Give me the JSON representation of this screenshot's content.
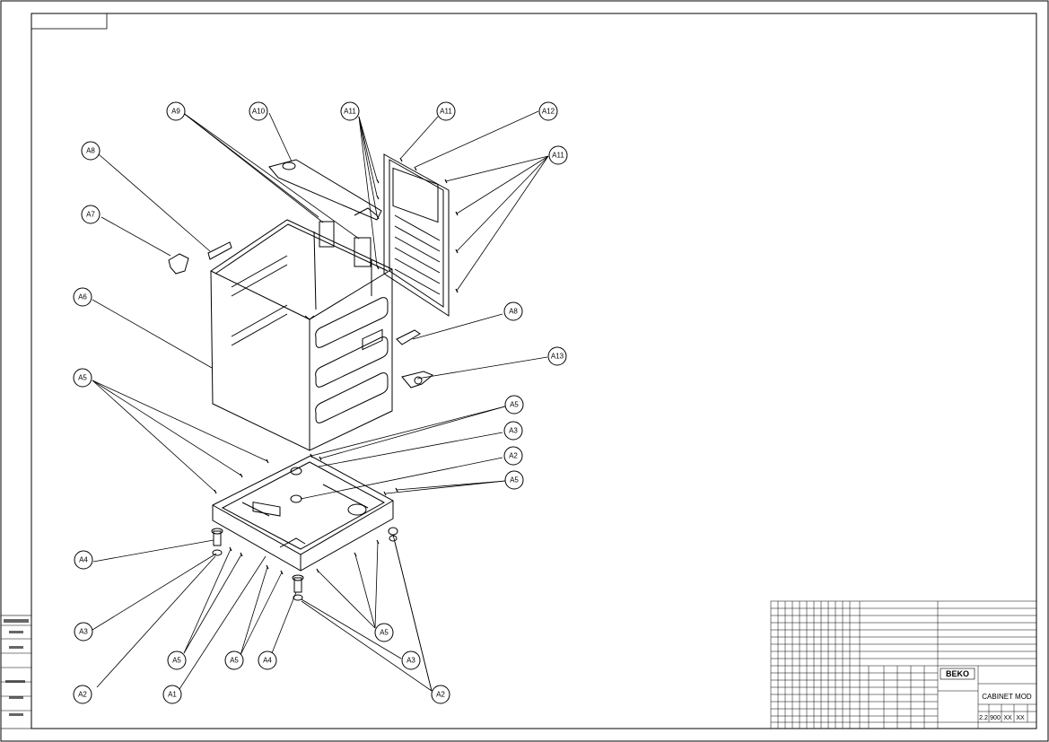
{
  "callouts": [
    {
      "id": "A9",
      "label": "A9"
    },
    {
      "id": "A10",
      "label": "A10"
    },
    {
      "id": "A11a",
      "label": "A11"
    },
    {
      "id": "A11b",
      "label": "A11"
    },
    {
      "id": "A12",
      "label": "A12"
    },
    {
      "id": "A11c",
      "label": "A11"
    },
    {
      "id": "A8a",
      "label": "A8"
    },
    {
      "id": "A7",
      "label": "A7"
    },
    {
      "id": "A6",
      "label": "A6"
    },
    {
      "id": "A8b",
      "label": "A8"
    },
    {
      "id": "A13",
      "label": "A13"
    },
    {
      "id": "A5a",
      "label": "A5"
    },
    {
      "id": "A5b",
      "label": "A5"
    },
    {
      "id": "A3a",
      "label": "A3"
    },
    {
      "id": "A2a",
      "label": "A2"
    },
    {
      "id": "A5c",
      "label": "A5"
    },
    {
      "id": "A4a",
      "label": "A4"
    },
    {
      "id": "A3b",
      "label": "A3"
    },
    {
      "id": "A5d",
      "label": "A5"
    },
    {
      "id": "A5e",
      "label": "A5"
    },
    {
      "id": "A4b",
      "label": "A4"
    },
    {
      "id": "A5f",
      "label": "A5"
    },
    {
      "id": "A3c",
      "label": "A3"
    },
    {
      "id": "A2b",
      "label": "A2"
    },
    {
      "id": "A1",
      "label": "A1"
    },
    {
      "id": "A2c",
      "label": "A2"
    }
  ],
  "title_block": {
    "logo": "BEKO",
    "title": "CABINET MOD",
    "code_1": "2.2",
    "code_2": "900",
    "code_3": "XX",
    "code_4": "XX"
  },
  "colors": {
    "line": "#000000",
    "paper": "#ffffff"
  }
}
